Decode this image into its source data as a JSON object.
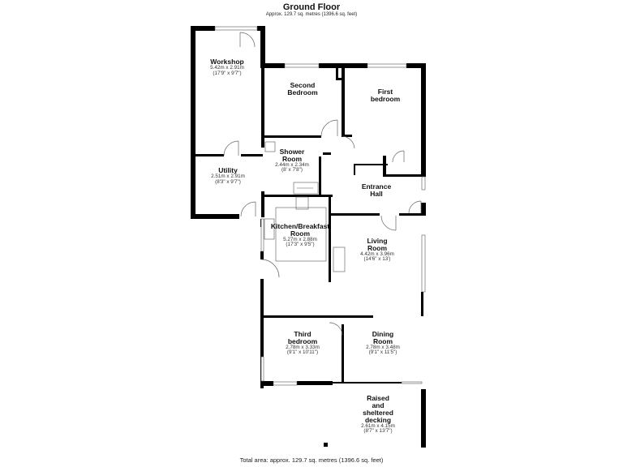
{
  "header": {
    "title": "Ground Floor",
    "subtitle": "Approx. 129.7 sq. metres (1396.6 sq. feet)"
  },
  "footer": {
    "total_area": "Total area: approx. 129.7 sq. metres (1396.6 sq. feet)"
  },
  "rooms": [
    {
      "id": "workshop",
      "name": "Workshop",
      "metric": "5.42m x 2.91m",
      "imperial": "(17'9\" x 9'7\")"
    },
    {
      "id": "second-bedroom",
      "name_line1": "Second",
      "name_line2": "Bedroom"
    },
    {
      "id": "first-bedroom",
      "name_line1": "First",
      "name_line2": "bedroom"
    },
    {
      "id": "utility",
      "name": "Utility",
      "metric": "2.51m x 2.91m",
      "imperial": "(8'3\" x 9'7\")"
    },
    {
      "id": "shower-room",
      "name_line1": "Shower",
      "name_line2": "Room",
      "metric": "2.44m x 2.34m",
      "imperial": "(8' x 7'8\")"
    },
    {
      "id": "entrance-hall",
      "name_line1": "Entrance",
      "name_line2": "Hall"
    },
    {
      "id": "kitchen",
      "name_line1": "Kitchen/Breakfast",
      "name_line2": "Room",
      "metric": "5.27m x 2.88m",
      "imperial": "(17'3\" x 9'5\")"
    },
    {
      "id": "living-room",
      "name_line1": "Living",
      "name_line2": "Room",
      "metric": "4.42m x 3.96m",
      "imperial": "(14'6\" x 13')"
    },
    {
      "id": "third-bedroom",
      "name_line1": "Third",
      "name_line2": "bedroom",
      "metric": "2.78m x 3.33m",
      "imperial": "(9'1\" x 10'11\")"
    },
    {
      "id": "dining-room",
      "name_line1": "Dining",
      "name_line2": "Room",
      "metric": "2.78m x 3.48m",
      "imperial": "(9'1\" x 11'5\")"
    },
    {
      "id": "decking",
      "name_line1": "Raised",
      "name_line2": "and",
      "name_line3": "sheltered",
      "name_line4": "decking",
      "metric": "2.61m x 4.15m",
      "imperial": "(8'7\" x 13'7\")"
    }
  ],
  "colors": {
    "wall": "#000000",
    "thin_wall": "#222222",
    "background": "#ffffff",
    "window": "#bbbbbb"
  }
}
